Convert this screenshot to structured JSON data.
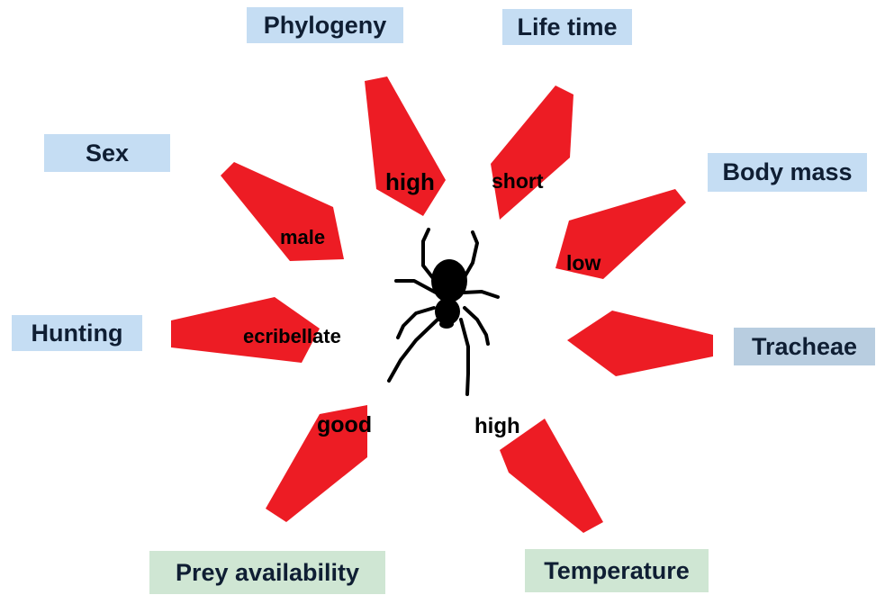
{
  "colors": {
    "petal": "#ed1c24",
    "blue_box": "#c5ddf3",
    "slate_box": "#b8cde0",
    "green_box": "#cfe6d3",
    "spider": "#000000"
  },
  "spider": {
    "icon": "spider-silhouette-icon"
  },
  "factors": [
    {
      "id": "phylogeny",
      "label": "Phylogeny",
      "value": "high"
    },
    {
      "id": "life-time",
      "label": "Life time",
      "value": "short"
    },
    {
      "id": "body-mass",
      "label": "Body mass",
      "value": "low"
    },
    {
      "id": "tracheae",
      "label": "Tracheae",
      "value": ""
    },
    {
      "id": "temperature",
      "label": "Temperature",
      "value": "high"
    },
    {
      "id": "prey-availability",
      "label": "Prey availability",
      "value": "good"
    },
    {
      "id": "hunting",
      "label": "Hunting",
      "value": "ecribellate"
    },
    {
      "id": "sex",
      "label": "Sex",
      "value": "male"
    }
  ]
}
